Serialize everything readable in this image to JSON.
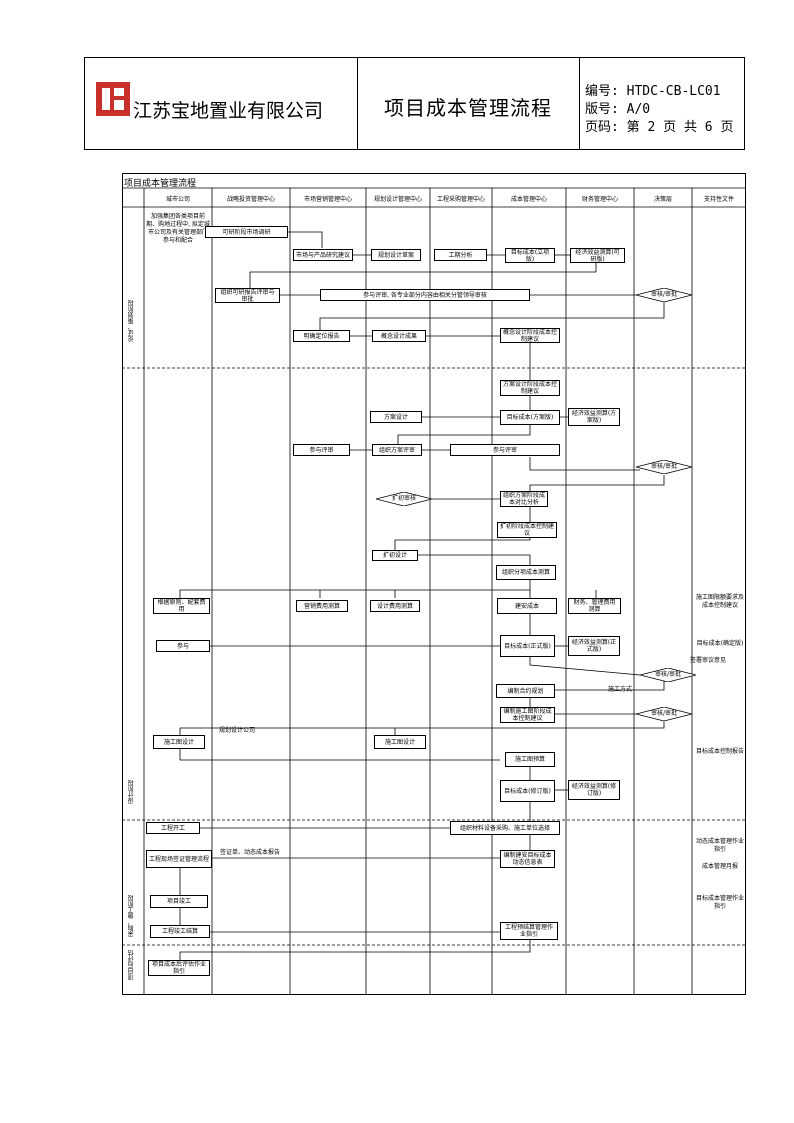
{
  "header": {
    "company": "江苏宝地置业有限公司",
    "title": "项目成本管理流程",
    "doc_no": "编号: HTDC-CB-LC01",
    "version": "版号: A/0",
    "page": "页码: 第 2 页 共 6 页"
  },
  "chart": {
    "title": "项目成本管理流程",
    "columns": [
      "城市公司",
      "战略投资管理中心",
      "市场营销管理中心",
      "规划设计管理中心",
      "工程采购管理中心",
      "成本管理中心",
      "财务管理中心",
      "决策层",
      "支持性文件"
    ],
    "phases": [
      "论证、策划阶段",
      "设计阶段",
      "采购、施工阶段",
      "项目后评估"
    ],
    "boxes": {
      "b1": "加强集团各类项目前期、购地过程中, 拟定城市公司及有关管理部门参与和配合",
      "b2": "可研阶段市场调研",
      "b3": "市场与产品研究建议",
      "b4": "规划设计草案",
      "b5": "工期分析",
      "b6": "目标成本(立项版)",
      "b7": "经济效益测算(可研版)",
      "b8": "组织可研报告评审与审批",
      "b9": "参与评审, 各专业部分内容由相关分管领导审核",
      "b10": "审核/审批",
      "b11": "明确定位报告",
      "b12": "概念设计成果",
      "b13": "概念设计阶段成本控制建议",
      "b14": "方案设计阶段成本控制建议",
      "b15": "方案设计",
      "b16": "目标成本(方案版)",
      "b17": "经济效益测算(方案版)",
      "b18": "参与评审",
      "b19": "组织方案评审",
      "b20": "参与评审",
      "b21": "审核/审批",
      "b22": "扩初审核",
      "b23": "组织方案阶段成本对比分析",
      "b24": "扩初阶段成本控制建议",
      "b25": "扩初设计",
      "b26": "组织分项成本测算",
      "b27": "根据原则、配套费用",
      "b28": "营销费用测算",
      "b29": "设计费用测算",
      "b30": "建安成本",
      "b31": "财务、管理费用测算",
      "b32": "参与",
      "b33": "目标成本(正式版)",
      "b34": "经济效益测算(正式版)",
      "b35": "审核/审批",
      "b36": "编制合约规划",
      "b37": "编制施工图阶段成本控制建议",
      "b38": "审核/审批",
      "b39": "施工图设计",
      "b40": "施工图设计",
      "b41": "施工图预算",
      "b42": "目标成本(修订版)",
      "b43": "经济效益测算(修订版)",
      "b44": "工程开工",
      "b45": "组织材料设备采购、施工单位选择",
      "b46": "工程现场签证管理流程",
      "b47": "编制建安目标成本动态信息表",
      "b48": "项目竣工",
      "b49": "工程竣工结算",
      "b50": "工程预结算管理作业指引",
      "b51": "项目成本后评估作业指引"
    },
    "notes": {
      "n1": "施工图限额要求及成本控制建议",
      "n2": "目标成本(确定版)",
      "n3": "目标成本控制报告",
      "n4": "动态成本管理作业指引",
      "n5": "成本管理月报",
      "n6": "目标成本管理作业指引",
      "n7": "签署审议意见",
      "n8": "规划设计公司",
      "n9": "签证单、动态成本报告",
      "n10": "施工方式"
    }
  }
}
